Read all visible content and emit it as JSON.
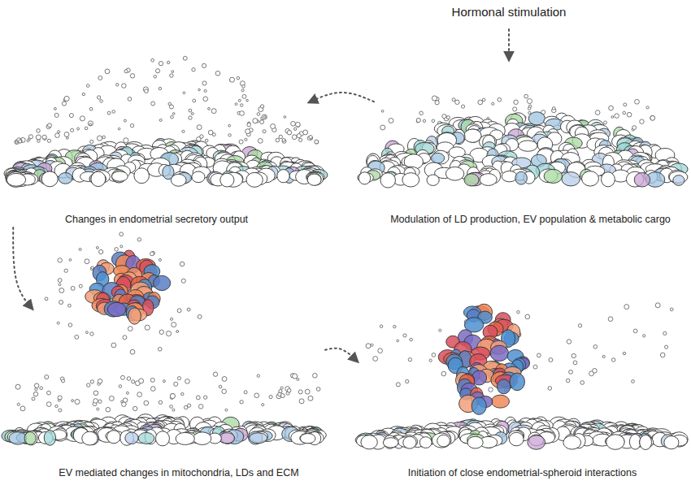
{
  "diagram": {
    "nodes": [
      {
        "text": [
          "Modulation of LD production, EV population & metabolic cargo"
        ]
      },
      {
        "text": [
          "Changes in endometrial secretory output"
        ]
      },
      {
        "text": [
          "EV mediated changes in mitochondria, LDs and ECM"
        ]
      },
      {
        "text": [
          "Initiation of close endometrial-spheroid interactions"
        ]
      }
    ],
    "edges": [
      {
        "from": 0,
        "to": 1,
        "arrow": "to"
      },
      {
        "from": 1,
        "to": 2,
        "arrow": "to"
      },
      {
        "from": 2,
        "to": 3,
        "arrow": "to"
      }
    ],
    "labels": [
      "Hormonal stimulation"
    ]
  }
}
